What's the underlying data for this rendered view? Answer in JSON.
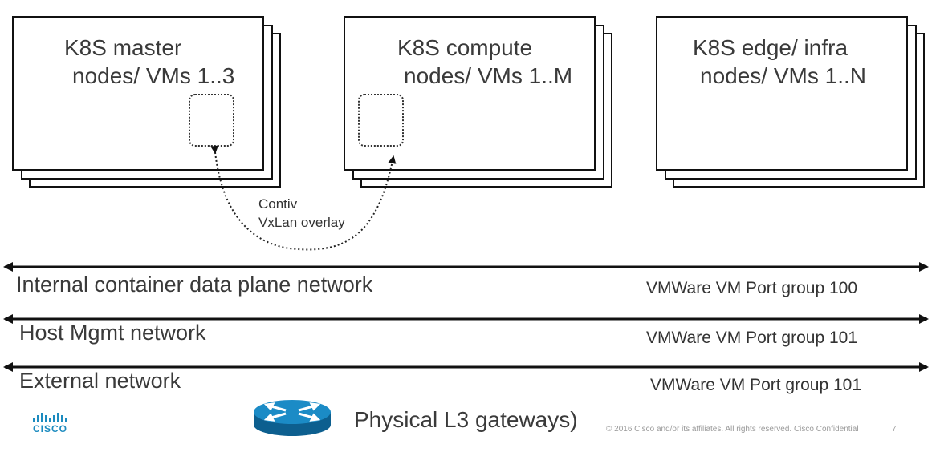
{
  "nodes": [
    {
      "line1": "K8S master",
      "line2": "nodes/ VMs 1..3"
    },
    {
      "line1": "K8S compute",
      "line2": "nodes/ VMs 1..M"
    },
    {
      "line1": "K8S edge/ infra",
      "line2": "nodes/ VMs 1..N"
    }
  ],
  "overlay": {
    "line1": "Contiv",
    "line2": "VxLan overlay"
  },
  "networks": [
    {
      "name": "Internal container data plane  network",
      "port_group": "VMWare VM Port group 100"
    },
    {
      "name": "Host Mgmt network",
      "port_group": "VMWare VM Port group 101"
    },
    {
      "name": "External network",
      "port_group": "VMWare VM Port group 101"
    }
  ],
  "gateway": {
    "label": "Physical L3 gateways)",
    "icon": "router-icon"
  },
  "footer": {
    "copyright": "© 2016  Cisco and/or its affiliates. All rights reserved.   Cisco Confidential",
    "page": "7"
  },
  "logo": {
    "text": "CISCO"
  },
  "colors": {
    "router_top": "#1b8bc6",
    "router_side": "#0d5f8f",
    "line": "#111111"
  }
}
